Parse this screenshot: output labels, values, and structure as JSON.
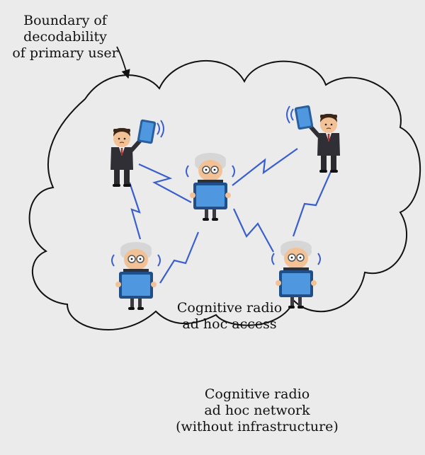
{
  "labels": {
    "boundary": [
      "Boundary of",
      "decodability",
      "of primary user"
    ],
    "access": [
      "Cognitive radio",
      "ad hoc access"
    ],
    "network": [
      "Cognitive radio",
      "ad hoc network",
      "(without infrastructure)"
    ]
  },
  "colors": {
    "background": "#ebebeb",
    "cloud_outline": "#111111",
    "link": "#3a5fcd",
    "screen": "#4f98e0",
    "suit": "#2f2f35",
    "hair": "#d6d6d6"
  },
  "nodes": [
    {
      "id": "user-top-left",
      "kind": "suit-user-with-tablet",
      "icon": "businessman-tablet-icon"
    },
    {
      "id": "user-top-right",
      "kind": "suit-user-with-tablet",
      "icon": "businessman-tablet-icon"
    },
    {
      "id": "user-center",
      "kind": "elder-user-with-laptop",
      "icon": "old-man-laptop-icon"
    },
    {
      "id": "user-bottom-left",
      "kind": "elder-user-with-laptop",
      "icon": "old-man-laptop-icon"
    },
    {
      "id": "user-bottom-right",
      "kind": "elder-user-with-laptop",
      "icon": "old-man-laptop-icon"
    }
  ],
  "links": [
    {
      "from": "user-top-left",
      "to": "user-center"
    },
    {
      "from": "user-top-left",
      "to": "user-bottom-left"
    },
    {
      "from": "user-center",
      "to": "user-top-right"
    },
    {
      "from": "user-center",
      "to": "user-bottom-left"
    },
    {
      "from": "user-center",
      "to": "user-bottom-right"
    },
    {
      "from": "user-top-right",
      "to": "user-bottom-right"
    }
  ]
}
